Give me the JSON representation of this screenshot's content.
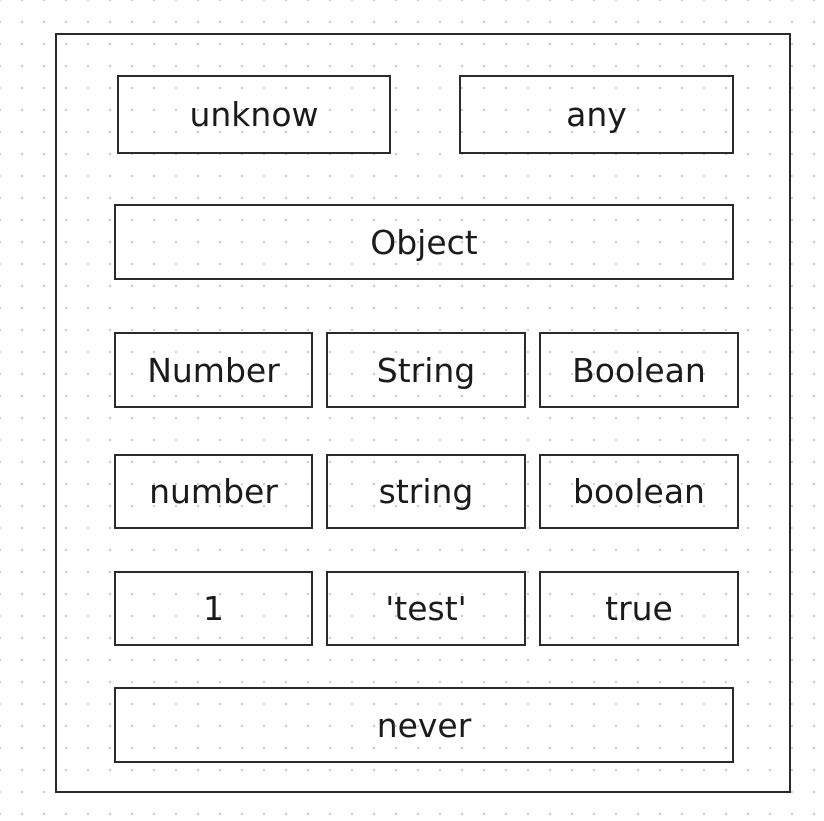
{
  "diagram": {
    "rows": [
      {
        "nodes": [
          "unknow",
          "any"
        ]
      },
      {
        "nodes": [
          "Object"
        ]
      },
      {
        "nodes": [
          "Number",
          "String",
          "Boolean"
        ]
      },
      {
        "nodes": [
          "number",
          "string",
          "boolean"
        ]
      },
      {
        "nodes": [
          "1",
          "'test'",
          "true"
        ]
      },
      {
        "nodes": [
          "never"
        ]
      }
    ]
  },
  "colors": {
    "border": "#2b2b2b",
    "text": "#1b1b1b",
    "dot_grid": "#c9c9c9",
    "background": "#ffffff"
  }
}
